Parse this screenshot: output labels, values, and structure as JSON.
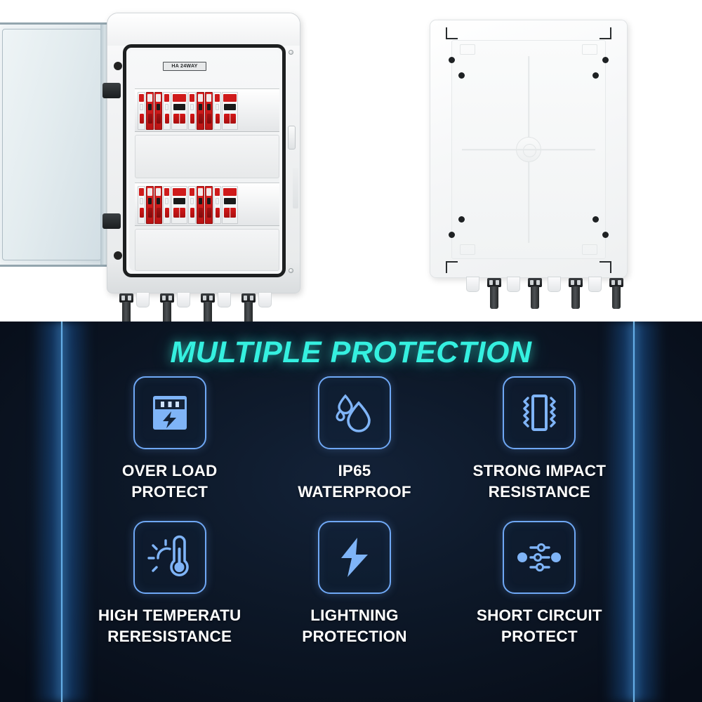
{
  "product": {
    "left_unit": {
      "name": "open-solar-combiner-box",
      "nameplate_text": "HA 24WAY",
      "rails": [
        {
          "row": 1,
          "breakers": [
            "white",
            "red",
            "red",
            "white",
            "double",
            "white",
            "red",
            "red",
            "white",
            "double"
          ]
        },
        {
          "row": 2,
          "breakers": [
            "white",
            "red",
            "red",
            "white",
            "double",
            "white",
            "red",
            "red",
            "white",
            "double"
          ]
        }
      ],
      "connector_count": 4,
      "gland_count": 4
    },
    "right_unit": {
      "name": "enclosure-back-cover",
      "connector_count": 4,
      "gland_count": 4
    }
  },
  "feature_panel": {
    "title": "MULTIPLE PROTECTION",
    "title_color": "#35f0e0",
    "icon_color": "#7fb4f7",
    "background_color": "#0d1828",
    "beam_color": "#7fd4ff",
    "features": [
      {
        "icon": "distribution-box-bolt-icon",
        "label": "OVER LOAD\nPROTECT"
      },
      {
        "icon": "water-droplets-icon",
        "label": "IP65\nWATERPROOF"
      },
      {
        "icon": "impact-vibration-icon",
        "label": "STRONG IMPACT\nRESISTANCE"
      },
      {
        "icon": "sun-thermometer-icon",
        "label": "HIGH TEMPERATU\nRERESISTANCE"
      },
      {
        "icon": "lightning-bolt-icon",
        "label": "LIGHTNING\nPROTECTION"
      },
      {
        "icon": "circuit-sliders-icon",
        "label": "SHORT CIRCUIT\nPROTECT"
      }
    ]
  }
}
